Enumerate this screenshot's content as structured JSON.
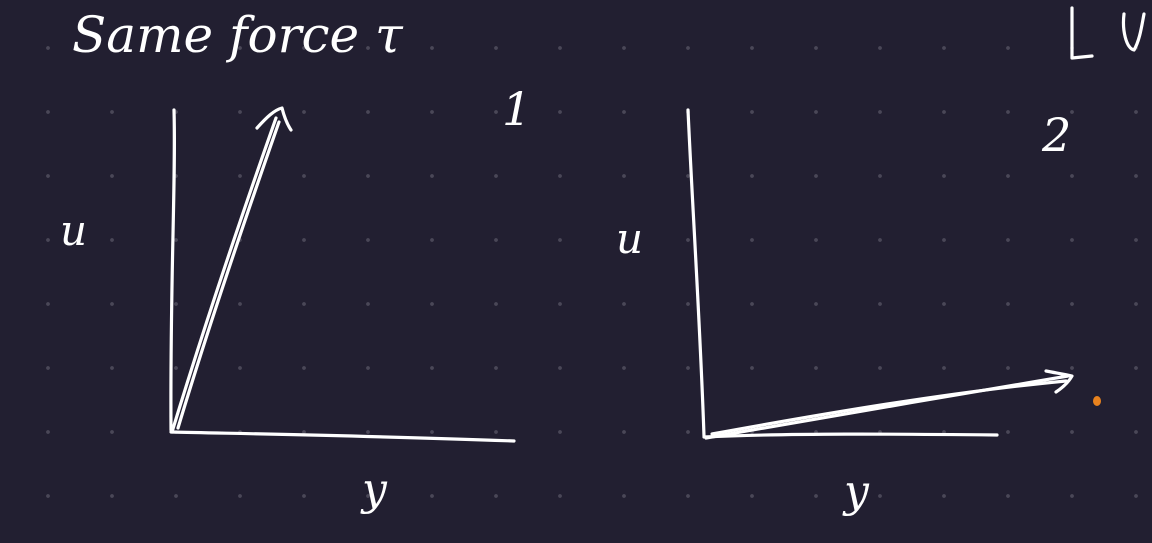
{
  "title": "Same force τ",
  "panels": [
    {
      "number": "1",
      "y_axis_label": "u",
      "x_axis_label": "y"
    },
    {
      "number": "2",
      "y_axis_label": "u",
      "x_axis_label": "y"
    }
  ],
  "corner_text": "LW",
  "colors": {
    "background": "#221f31",
    "ink": "#ffffff",
    "grid_dot": "#4a4757",
    "marker": "#e8821e"
  }
}
